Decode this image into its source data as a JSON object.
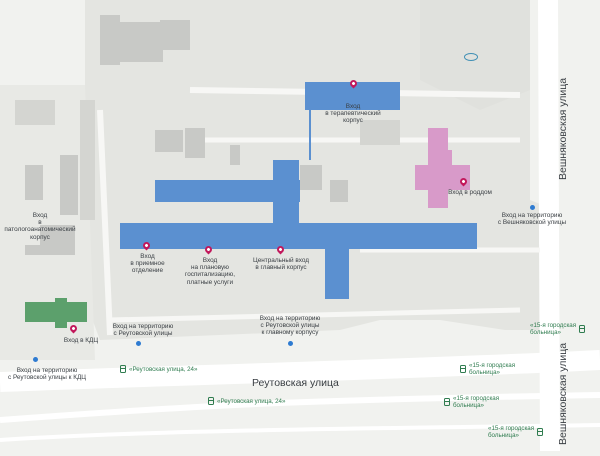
{
  "map": {
    "colors": {
      "background": "#f1f2ef",
      "grounds": "#e2e3df",
      "building_gray": "#c8c9c6",
      "main_building": "#5b90d0",
      "maternity": "#d89ac9",
      "kdc": "#5ca06c",
      "pin": "#c2185b",
      "info": "#2e7bd1",
      "bus_stop": "#2f7c4f",
      "road": "#ffffff"
    },
    "streets": {
      "reutovskaya": "Реутовская улица",
      "veshnyakovskaya_top": "Вешняковская улица",
      "veshnyakovskaya_bottom": "Вешняковская улица"
    },
    "entrances": {
      "therapy": "Вход\nв терапевтический\nкорпус",
      "maternity": "Вход в роддом",
      "pathology": "Вход\nв патологоанатомический\nкорпус",
      "admission": "Вход\nв приемное\nотделение",
      "planned": "Вход\nна плановую\nгоспитализацию,\nплатные услуги",
      "central": "Центральный вход\nв главный корпус",
      "kdc": "Вход в КДЦ"
    },
    "territory": {
      "from_veshnyakovskaya": "Вход на территорию\nс Вешняковской улицы",
      "from_reutovskaya": "Вход на территорию\nс Реутовской улицы",
      "from_reutovskaya_main": "Вход на территорию\nс Реутовской улицы\nк главному корпусу",
      "from_reutovskaya_kdc": "Вход на территорию\nс Реутовской улицы к КДЦ"
    },
    "bus_stops": {
      "stop1": "«Реутовская улица, 24»",
      "stop2": "«15-я городская\nбольница»",
      "stop3": "«Реутовская улица, 24»",
      "stop4": "«15-я городская\nбольница»",
      "stop5": "«15-я городская\nбольница»",
      "stop6": "«15-я городская\nбольница»"
    },
    "icons": {
      "helipad": "helicopter-icon",
      "entrance": "map-pin-icon",
      "bus": "bus-stop-icon",
      "info": "info-dot-icon"
    }
  }
}
